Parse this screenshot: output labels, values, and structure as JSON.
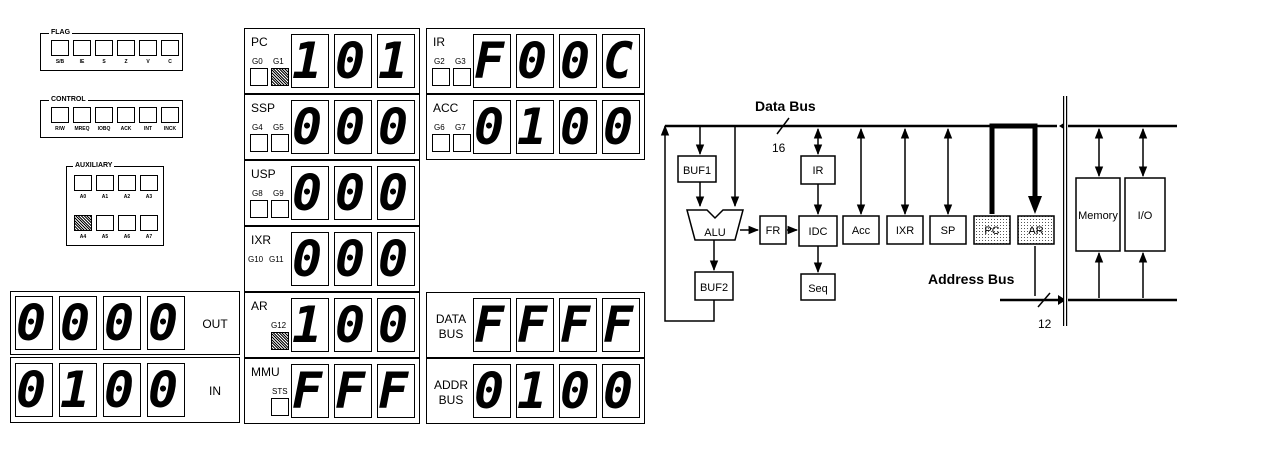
{
  "flag_box": {
    "title": "FLAG",
    "labels": [
      "S/B",
      "IE",
      "S",
      "Z",
      "V",
      "C"
    ]
  },
  "control_box": {
    "title": "CONTROL",
    "labels": [
      "R/W",
      "MREQ",
      "IOBQ",
      "ACK",
      "INT",
      "INCK"
    ]
  },
  "auxiliary_box": {
    "title": "AUXILIARY",
    "labels": [
      "A0",
      "A1",
      "A2",
      "A3",
      "A4",
      "A5",
      "A6",
      "A7"
    ]
  },
  "io_panels": {
    "out": {
      "label": "OUT",
      "digits": [
        "0.",
        "0.",
        "0.",
        "0."
      ]
    },
    "in": {
      "label": "IN",
      "digits": [
        "0.",
        "1.",
        "0.",
        "0."
      ]
    }
  },
  "registers": {
    "pc": {
      "label": "PC",
      "lamps": [
        "G0",
        "G1"
      ],
      "digits": [
        "1.",
        "0.",
        "1."
      ]
    },
    "ssp": {
      "label": "SSP",
      "lamps": [
        "G4",
        "G5"
      ],
      "digits": [
        "0.",
        "0.",
        "0."
      ]
    },
    "usp": {
      "label": "USP",
      "lamps": [
        "G8",
        "G9"
      ],
      "digits": [
        "0.",
        "0.",
        "0."
      ]
    },
    "ixr": {
      "label": "IXR",
      "lamps": [
        "G10",
        "G11"
      ],
      "digits": [
        "0.",
        "0.",
        "0."
      ]
    },
    "ar": {
      "label": "AR",
      "lamps": [
        "G12"
      ],
      "digits": [
        "1.",
        "0.",
        "0."
      ]
    },
    "mmu": {
      "label": "MMU",
      "lamps": [
        "STS"
      ],
      "digits": [
        "F.",
        "F.",
        "F."
      ]
    },
    "ir": {
      "label": "IR",
      "lamps": [
        "G2",
        "G3"
      ],
      "digits": [
        "F.",
        "0.",
        "0.",
        "C."
      ]
    },
    "acc": {
      "label": "ACC",
      "lamps": [
        "G6",
        "G7"
      ],
      "digits": [
        "0.",
        "1.",
        "0.",
        "0."
      ]
    },
    "data_bus": {
      "label_line1": "DATA",
      "label_line2": "BUS",
      "digits": [
        "F.",
        "F.",
        "F.",
        "F."
      ]
    },
    "addr_bus": {
      "label_line1": "ADDR",
      "label_line2": "BUS",
      "digits": [
        "0.",
        "1.",
        "0.",
        "0."
      ]
    }
  },
  "diagram": {
    "data_bus_label": "Data Bus",
    "data_bus_width": "16",
    "address_bus_label": "Address Bus",
    "address_bus_width": "12",
    "blocks": {
      "buf1": "BUF1",
      "alu": "ALU",
      "buf2": "BUF2",
      "fr": "FR",
      "ir": "IR",
      "idc": "IDC",
      "seq": "Seq",
      "acc": "Acc",
      "ixr": "IXR",
      "sp": "SP",
      "pc": "PC",
      "ar": "AR",
      "memory": "Memory",
      "io": "I/O"
    }
  }
}
